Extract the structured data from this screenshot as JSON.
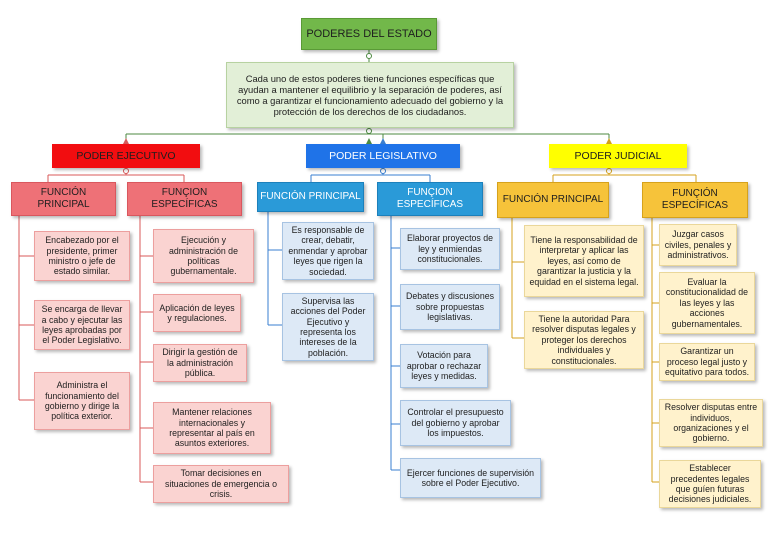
{
  "title": "PODERES DEL ESTADO",
  "intro": "Cada uno de estos poderes tiene funciones específicas que ayudan a mantener el equilibrio y la separación de poderes, así como a garantizar el funcionamiento adecuado del gobierno y la protección de los derechos de los ciudadanos.",
  "powers": {
    "ejecutivo": {
      "label": "PODER EJECUTIVO",
      "principal_label": "FUNCIÓN PRINCIPAL",
      "especificas_label": "FUNÇION ESPECÍFICAS",
      "principal": [
        "Encabezado por el presidente, primer ministro o jefe de estado similar.",
        "Se encarga de llevar a cabo y ejecutar las leyes aprobadas por el Poder Legislativo.",
        "Administra el funcionamiento del gobierno y dirige la política exterior."
      ],
      "especificas": [
        "Ejecución y administración de políticas gubernamentale.",
        "Aplicación de leyes y regulaciones.",
        "Dirigir la gestión de la administración pública.",
        "Mantener relaciones internacionales y representar al país en asuntos exteriores.",
        "Tomar decisiones en situaciones de emergencia o crisis."
      ]
    },
    "legislativo": {
      "label": "PODER LEGISLATIVO",
      "principal_label": "FUNCIÓN PRINCIPAL",
      "especificas_label": "FUNÇION ESPECÍFICAS",
      "principal": [
        "Es responsable de crear, debatir, enmendar y aprobar leyes que rigen la sociedad.",
        "Supervisa las acciones del Poder Ejecutivo y representa los intereses de la población."
      ],
      "especificas": [
        "Elaborar proyectos de ley y enmiendas constitucionales.",
        "Debates y discusiones sobre propuestas legislativas.",
        "Votación para aprobar o rechazar leyes y medidas.",
        "Controlar el presupuesto del gobierno y aprobar los impuestos.",
        "Ejercer funciones de supervisión sobre el Poder Ejecutivo."
      ]
    },
    "judicial": {
      "label": "PODER JUDICIAL",
      "principal_label": "FUNCIÓN PRINCIPAL",
      "especificas_label": "FUNÇIÓN ESPECÍFICAS",
      "principal": [
        "Tiene la responsabilidad de interpretar y aplicar las leyes, así como de garantizar la justicia y la equidad en el sistema legal.",
        "Tiene la autoridad Para resolver disputas legales y proteger los derechos individuales y constitucionales."
      ],
      "especificas": [
        "Juzgar casos civiles, penales y administrativos.",
        "Evaluar la constitucionalidad de las leyes y las acciones gubernamentales.",
        "Garantizar un proceso legal justo y equitativo para todos.",
        "Resolver disputas entre individuos, organizaciones y el gobierno.",
        "Establecer precedentes legales que guíen futuras decisiones judiciales."
      ]
    }
  },
  "colors": {
    "title": "#72b84a",
    "ejecutivo": "#f20d10",
    "legislativo": "#1f73e8",
    "judicial": "#ffff00",
    "connector_red": "#d85a5a",
    "connector_blue": "#3a7fd0",
    "connector_gold": "#d4a21c",
    "connector_green": "#4c8a40"
  }
}
